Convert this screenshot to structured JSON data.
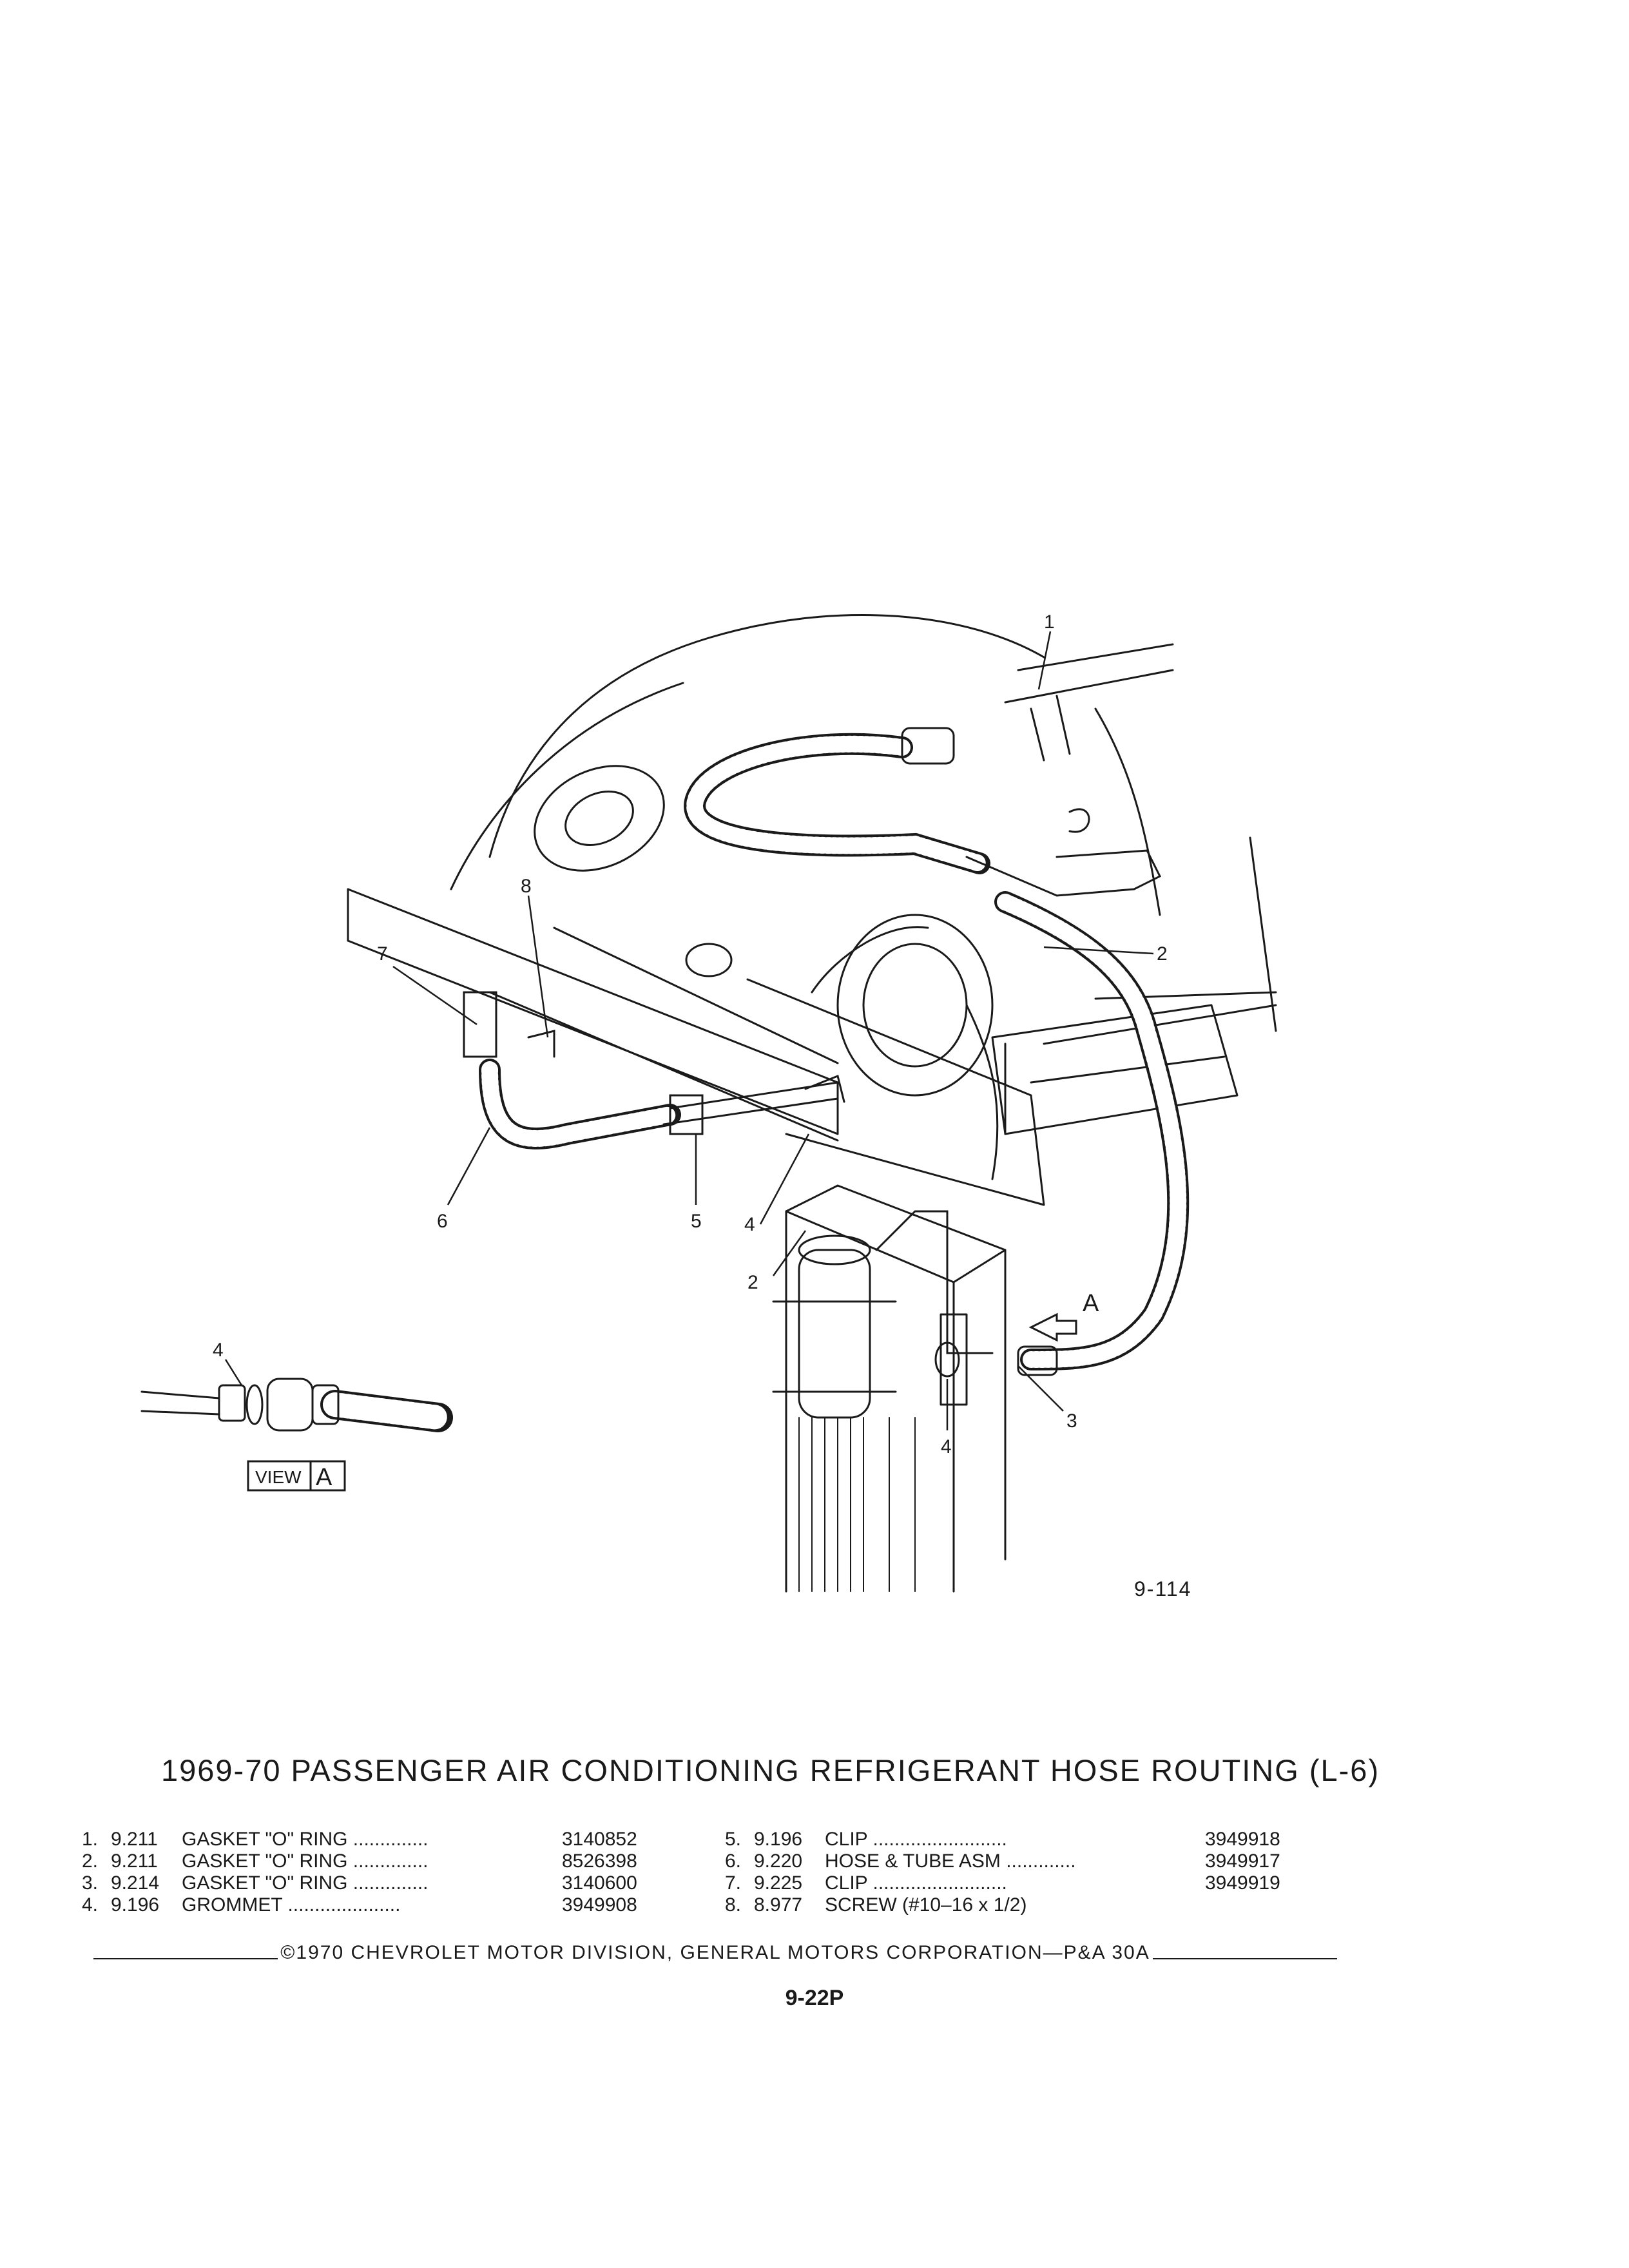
{
  "figure": {
    "ref": "9-114",
    "view_label": "VIEW",
    "view_letter": "A",
    "arrow_letter": "A",
    "callouts": [
      "1",
      "2",
      "2",
      "3",
      "4",
      "4",
      "4",
      "5",
      "6",
      "7",
      "8"
    ]
  },
  "title": "1969-70 PASSENGER AIR CONDITIONING REFRIGERANT HOSE ROUTING (L-6)",
  "parts_left": [
    {
      "num": "1.",
      "ref": "9.211",
      "desc": "GASKET \"O\" RING ..............",
      "pn": "3140852"
    },
    {
      "num": "2.",
      "ref": "9.211",
      "desc": "GASKET \"O\" RING ..............",
      "pn": "8526398"
    },
    {
      "num": "3.",
      "ref": "9.214",
      "desc": "GASKET \"O\" RING ..............",
      "pn": "3140600"
    },
    {
      "num": "4.",
      "ref": "9.196",
      "desc": "GROMMET .....................",
      "pn": "3949908"
    }
  ],
  "parts_right": [
    {
      "num": "5.",
      "ref": "9.196",
      "desc": "CLIP .........................",
      "pn": "3949918"
    },
    {
      "num": "6.",
      "ref": "9.220",
      "desc": "HOSE & TUBE ASM .............",
      "pn": "3949917"
    },
    {
      "num": "7.",
      "ref": "9.225",
      "desc": "CLIP .........................",
      "pn": "3949919"
    },
    {
      "num": "8.",
      "ref": "8.977",
      "desc": "SCREW (#10–16 x 1/2)",
      "pn": ""
    }
  ],
  "footer": "©1970 CHEVROLET MOTOR DIVISION, GENERAL MOTORS CORPORATION—P&A 30A",
  "page_number": "9-22P"
}
